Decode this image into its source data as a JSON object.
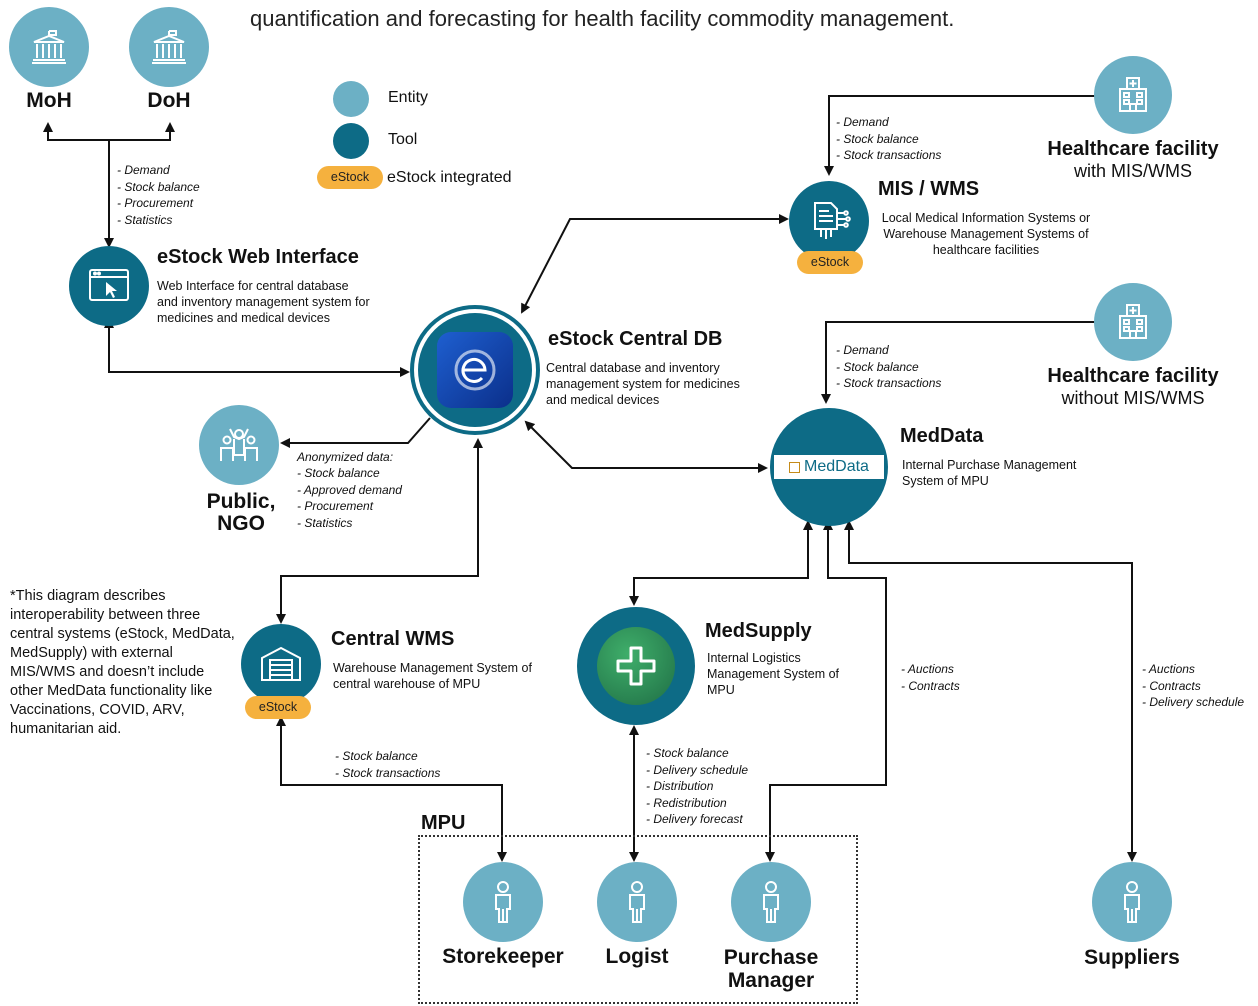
{
  "header": {
    "intro": "quantification and forecasting for health facility commodity management."
  },
  "legend": {
    "entity": "Entity",
    "tool": "Tool",
    "badge": "eStock",
    "integrated": "eStock integrated"
  },
  "nodes": {
    "moh": "MoH",
    "doh": "DoH",
    "web": {
      "title": "eStock Web Interface",
      "desc": "Web Interface for central database and inventory management system for medicines and medical devices"
    },
    "central": {
      "title": "eStock Central DB",
      "desc": "Central database and inventory management system for medicines and medical devices"
    },
    "mis": {
      "title": "MIS / WMS",
      "desc": "Local Medical Information Systems or Warehouse Management Systems of healthcare facilities",
      "badge": "eStock"
    },
    "hf_with": {
      "title": "Healthcare facility",
      "subtitle": "with MIS/WMS"
    },
    "hf_without": {
      "title": "Healthcare facility",
      "subtitle": "without MIS/WMS"
    },
    "meddata": {
      "title": "MedData",
      "logo": "MedData",
      "desc": "Internal Purchase Management System of MPU"
    },
    "public": "Public, NGO",
    "cwms": {
      "title": "Central WMS",
      "desc": "Warehouse Management System of central warehouse of MPU",
      "badge": "eStock"
    },
    "medsupply": {
      "title": "MedSupply",
      "desc": "Internal Logistics Management System of MPU"
    },
    "mpu": "MPU",
    "storekeeper": "Storekeeper",
    "logist": "Logist",
    "purchase": "Purchase Manager",
    "suppliers": "Suppliers"
  },
  "flows": {
    "moh_web": [
      "Demand",
      "Stock balance",
      "Procurement",
      "Statistics"
    ],
    "hf_mis": [
      "Demand",
      "Stock balance",
      "Stock transactions"
    ],
    "hf_meddata": [
      "Demand",
      "Stock balance",
      "Stock transactions"
    ],
    "public_title": "Anonymized data:",
    "public": [
      "Stock balance",
      "Approved demand",
      "Procurement",
      "Statistics"
    ],
    "storekeeper": [
      "Stock balance",
      "Stock transactions"
    ],
    "logist": [
      "Stock balance",
      "Delivery schedule",
      "Distribution",
      "Redistribution",
      "Delivery forecast"
    ],
    "purchase": [
      "Auctions",
      "Contracts"
    ],
    "suppliers": [
      "Auctions",
      "Contracts",
      "Delivery schedule"
    ]
  },
  "footnote": "*This diagram describes interoperability between three central systems (eStock, MedData, MedSupply) with external MIS/WMS and doesn’t include other MedData functionality like Vaccinations, COVID, ARV, humanitarian aid.",
  "colors": {
    "entity": "#6cb0c5",
    "tool": "#0d6b86",
    "badge": "#f5b13e",
    "line": "#111111"
  }
}
